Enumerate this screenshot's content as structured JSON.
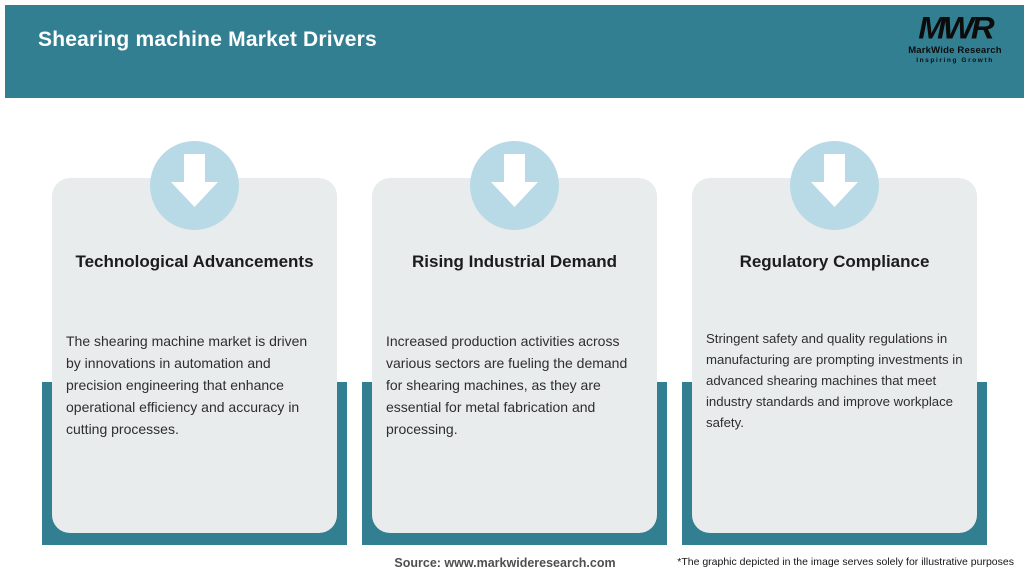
{
  "header": {
    "title": "Shearing machine Market Drivers",
    "logo": {
      "monogram": "MWR",
      "name": "MarkWide Research",
      "tagline": "Inspiring Growth"
    }
  },
  "cards": [
    {
      "icon": "down-arrow-icon",
      "title": "Technological Advancements",
      "body": "The shearing machine market is driven by innovations in automation and precision engineering that enhance operational efficiency and accuracy in cutting processes."
    },
    {
      "icon": "down-arrow-icon",
      "title": "Rising Industrial Demand",
      "body": "Increased production activities across various sectors are fueling the demand for shearing machines, as they are essential for metal fabrication and processing."
    },
    {
      "icon": "down-arrow-icon",
      "title": "Regulatory Compliance",
      "body": "Stringent safety and quality regulations in manufacturing are prompting investments in advanced shearing machines that meet industry standards and improve workplace safety."
    }
  ],
  "footer": {
    "source": "Source: www.markwideresearch.com",
    "disclaimer": "*The graphic depicted in the image serves solely for illustrative purposes"
  },
  "colors": {
    "accent_teal": "#337f92",
    "card_bg": "#e9eced",
    "circle_blue": "#b8dae6",
    "header_text": "#ffffff"
  }
}
